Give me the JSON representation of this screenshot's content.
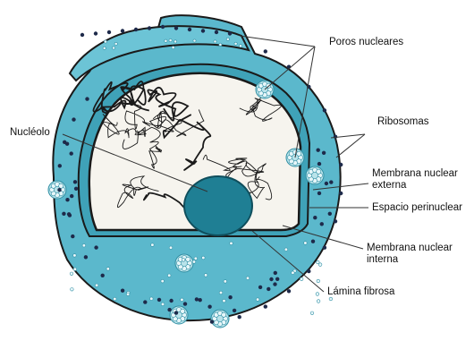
{
  "labels": {
    "poros": "Poros nucleares",
    "ribosomas": "Ribosomas",
    "nucleolo": "Nucléolo",
    "membrana_externa_1": "Membrana nuclear",
    "membrana_externa_2": "externa",
    "espacio": "Espacio perinuclear",
    "membrana_interna_1": "Membrana nuclear",
    "membrana_interna_2": "interna",
    "lamina": "Lámina fibrosa"
  },
  "colors": {
    "envelope": "#5bb8cc",
    "envelope_dark": "#2f8ea3",
    "nucleoplasm": "#f6f4ee",
    "nucleolus": "#1f7f94",
    "outline": "#1a1a1a",
    "ribosome": "#1e2a4a",
    "pore": "#b9e3ea"
  }
}
